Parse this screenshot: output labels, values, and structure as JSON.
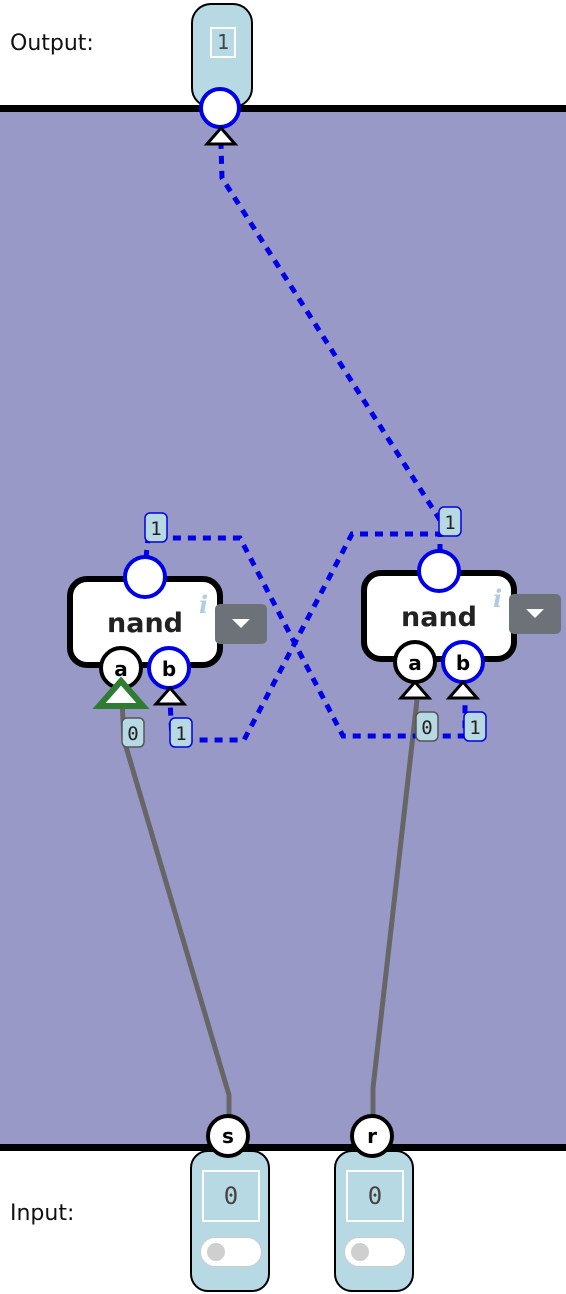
{
  "output_strip": {
    "label": "Output:",
    "value": "1"
  },
  "input_strip": {
    "label": "Input:",
    "inputs": [
      {
        "pin": "s",
        "value": "0",
        "toggle_on": false
      },
      {
        "pin": "r",
        "value": "0",
        "toggle_on": false
      }
    ]
  },
  "gates": [
    {
      "label": "nand",
      "info_icon": "i",
      "output_tag": "1",
      "pin_a": "a",
      "pin_b": "b",
      "tag_a": "0",
      "tag_b": "1"
    },
    {
      "label": "nand",
      "info_icon": "i",
      "output_tag": "1",
      "pin_a": "a",
      "pin_b": "b",
      "tag_a": "0",
      "tag_b": "1"
    }
  ],
  "colors": {
    "canvas": "#9999c8",
    "io_pill": "#b7d9e3",
    "wire_high": "#0000e6",
    "wire_low": "#666666",
    "selected_pin": "#2e7d32"
  },
  "icons": {
    "dropdown": "chevron-down-icon",
    "info": "info-icon"
  }
}
